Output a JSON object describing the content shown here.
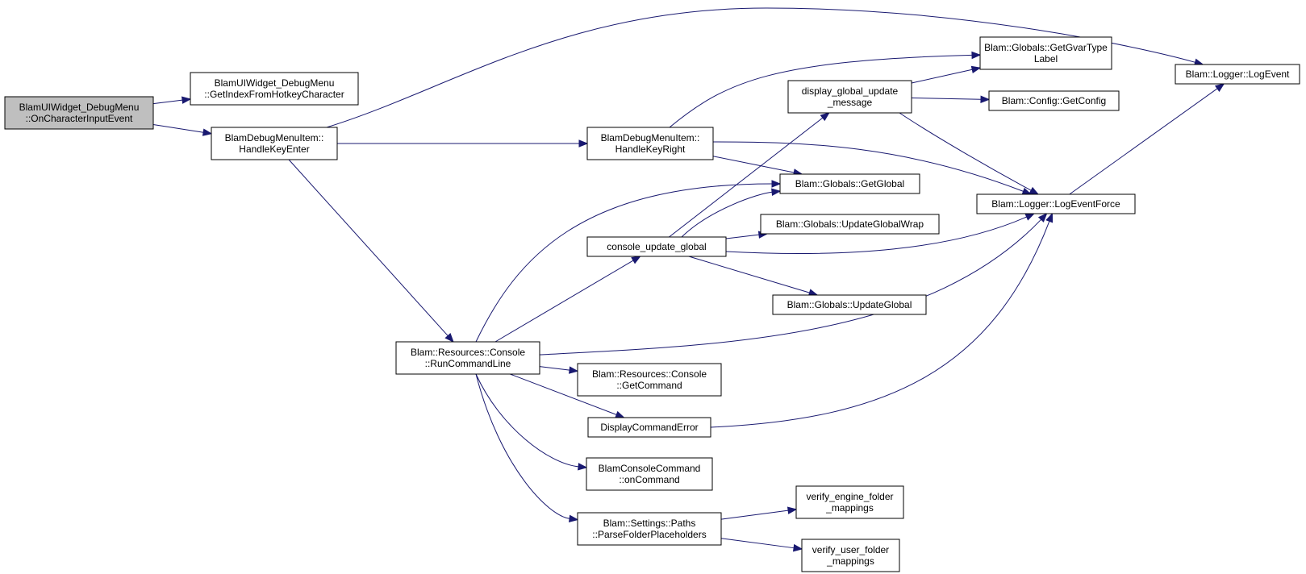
{
  "colors": {
    "edge": "#191970",
    "root_fill": "#bfbfbf",
    "node_fill": "#ffffff",
    "node_border": "#000000"
  },
  "nodes": [
    {
      "id": "n0",
      "lines": [
        "BlamUIWidget_DebugMenu",
        "::OnCharacterInputEvent"
      ],
      "root": true
    },
    {
      "id": "n1",
      "lines": [
        "BlamUIWidget_DebugMenu",
        "::GetIndexFromHotkeyCharacter"
      ]
    },
    {
      "id": "n2",
      "lines": [
        "BlamDebugMenuItem::",
        "HandleKeyEnter"
      ]
    },
    {
      "id": "n3",
      "lines": [
        "Blam::Logger::LogEvent"
      ]
    },
    {
      "id": "n4",
      "lines": [
        "BlamDebugMenuItem::",
        "HandleKeyRight"
      ]
    },
    {
      "id": "n5",
      "lines": [
        "Blam::Resources::Console",
        "::RunCommandLine"
      ]
    },
    {
      "id": "n6",
      "lines": [
        "Blam::Globals::GetGvarType",
        "Label"
      ]
    },
    {
      "id": "n7",
      "lines": [
        "Blam::Globals::GetGlobal"
      ]
    },
    {
      "id": "n8",
      "lines": [
        "Blam::Logger::LogEventForce"
      ]
    },
    {
      "id": "n9",
      "lines": [
        "console_update_global"
      ]
    },
    {
      "id": "n10",
      "lines": [
        "display_global_update",
        "_message"
      ]
    },
    {
      "id": "n11",
      "lines": [
        "Blam::Config::GetConfig"
      ]
    },
    {
      "id": "n12",
      "lines": [
        "Blam::Globals::UpdateGlobalWrap"
      ]
    },
    {
      "id": "n13",
      "lines": [
        "Blam::Globals::UpdateGlobal"
      ]
    },
    {
      "id": "n14",
      "lines": [
        "Blam::Resources::Console",
        "::GetCommand"
      ]
    },
    {
      "id": "n15",
      "lines": [
        "DisplayCommandError"
      ]
    },
    {
      "id": "n16",
      "lines": [
        "BlamConsoleCommand",
        "::onCommand"
      ]
    },
    {
      "id": "n17",
      "lines": [
        "Blam::Settings::Paths",
        "::ParseFolderPlaceholders"
      ]
    },
    {
      "id": "n18",
      "lines": [
        "verify_engine_folder",
        "_mappings"
      ]
    },
    {
      "id": "n19",
      "lines": [
        "verify_user_folder",
        "_mappings"
      ]
    }
  ],
  "edges": [
    {
      "from": "n0",
      "to": "n1"
    },
    {
      "from": "n0",
      "to": "n2"
    },
    {
      "from": "n2",
      "to": "n3"
    },
    {
      "from": "n2",
      "to": "n4"
    },
    {
      "from": "n2",
      "to": "n5"
    },
    {
      "from": "n4",
      "to": "n6"
    },
    {
      "from": "n4",
      "to": "n7"
    },
    {
      "from": "n4",
      "to": "n8"
    },
    {
      "from": "n5",
      "to": "n7"
    },
    {
      "from": "n5",
      "to": "n9"
    },
    {
      "from": "n5",
      "to": "n8"
    },
    {
      "from": "n5",
      "to": "n14"
    },
    {
      "from": "n5",
      "to": "n15"
    },
    {
      "from": "n5",
      "to": "n16"
    },
    {
      "from": "n5",
      "to": "n17"
    },
    {
      "from": "n9",
      "to": "n10"
    },
    {
      "from": "n9",
      "to": "n7"
    },
    {
      "from": "n9",
      "to": "n12"
    },
    {
      "from": "n9",
      "to": "n8"
    },
    {
      "from": "n9",
      "to": "n13"
    },
    {
      "from": "n10",
      "to": "n6"
    },
    {
      "from": "n10",
      "to": "n11"
    },
    {
      "from": "n10",
      "to": "n8"
    },
    {
      "from": "n8",
      "to": "n3"
    },
    {
      "from": "n15",
      "to": "n8"
    },
    {
      "from": "n17",
      "to": "n18"
    },
    {
      "from": "n17",
      "to": "n19"
    }
  ]
}
